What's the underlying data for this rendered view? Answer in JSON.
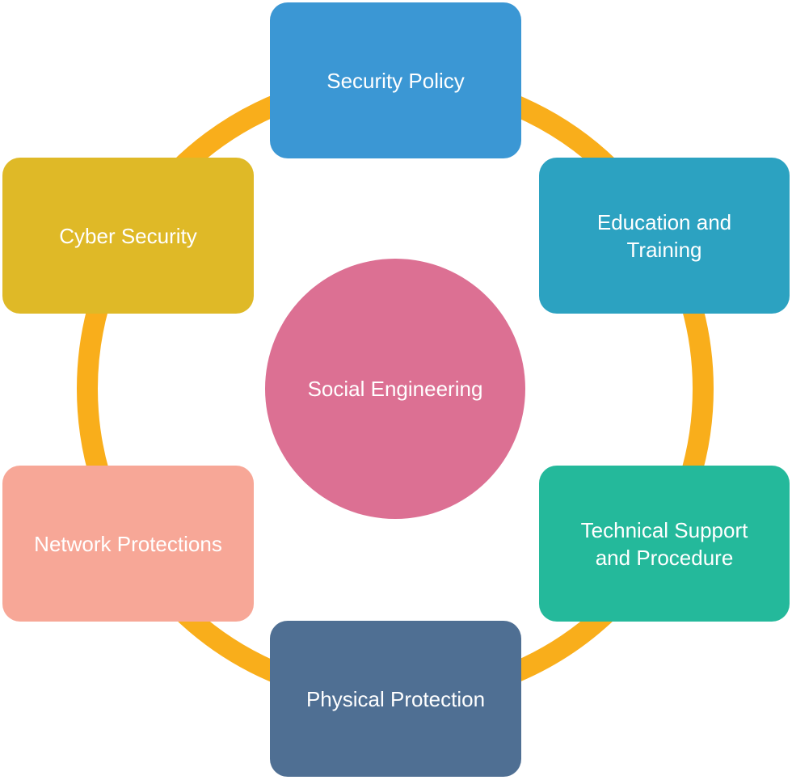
{
  "colors": {
    "ring": "#F9AE1B",
    "center": "#DC7093",
    "security_policy": "#3B97D4",
    "education_training": "#2CA2C1",
    "technical_support": "#24B99B",
    "physical_protection": "#4F6F93",
    "network_protections": "#F7A797",
    "cyber_security": "#DFB927",
    "text": "#FFFFFF"
  },
  "center": {
    "label": "Social Engineering"
  },
  "nodes": {
    "security_policy": {
      "label": "Security Policy"
    },
    "education_training": {
      "line1": "Education and",
      "line2": "Training"
    },
    "technical_support": {
      "line1": "Technical Support",
      "line2": "and Procedure"
    },
    "physical_protection": {
      "label": "Physical Protection"
    },
    "network_protections": {
      "label": "Network Protections"
    },
    "cyber_security": {
      "label": "Cyber Security"
    }
  }
}
